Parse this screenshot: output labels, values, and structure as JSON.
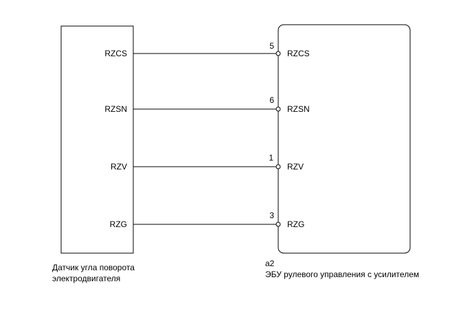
{
  "sensor": {
    "caption_line1": "Датчик угла поворота",
    "caption_line2": "электродвигателя"
  },
  "ecu": {
    "code": "a2",
    "caption": "ЭБУ рулевого управления с усилителем"
  },
  "wires": [
    {
      "sensor_pin": "RZCS",
      "ecu_pin": "RZCS",
      "pin_number": "5"
    },
    {
      "sensor_pin": "RZSN",
      "ecu_pin": "RZSN",
      "pin_number": "6"
    },
    {
      "sensor_pin": "RZV",
      "ecu_pin": "RZV",
      "pin_number": "1"
    },
    {
      "sensor_pin": "RZG",
      "ecu_pin": "RZG",
      "pin_number": "3"
    }
  ]
}
